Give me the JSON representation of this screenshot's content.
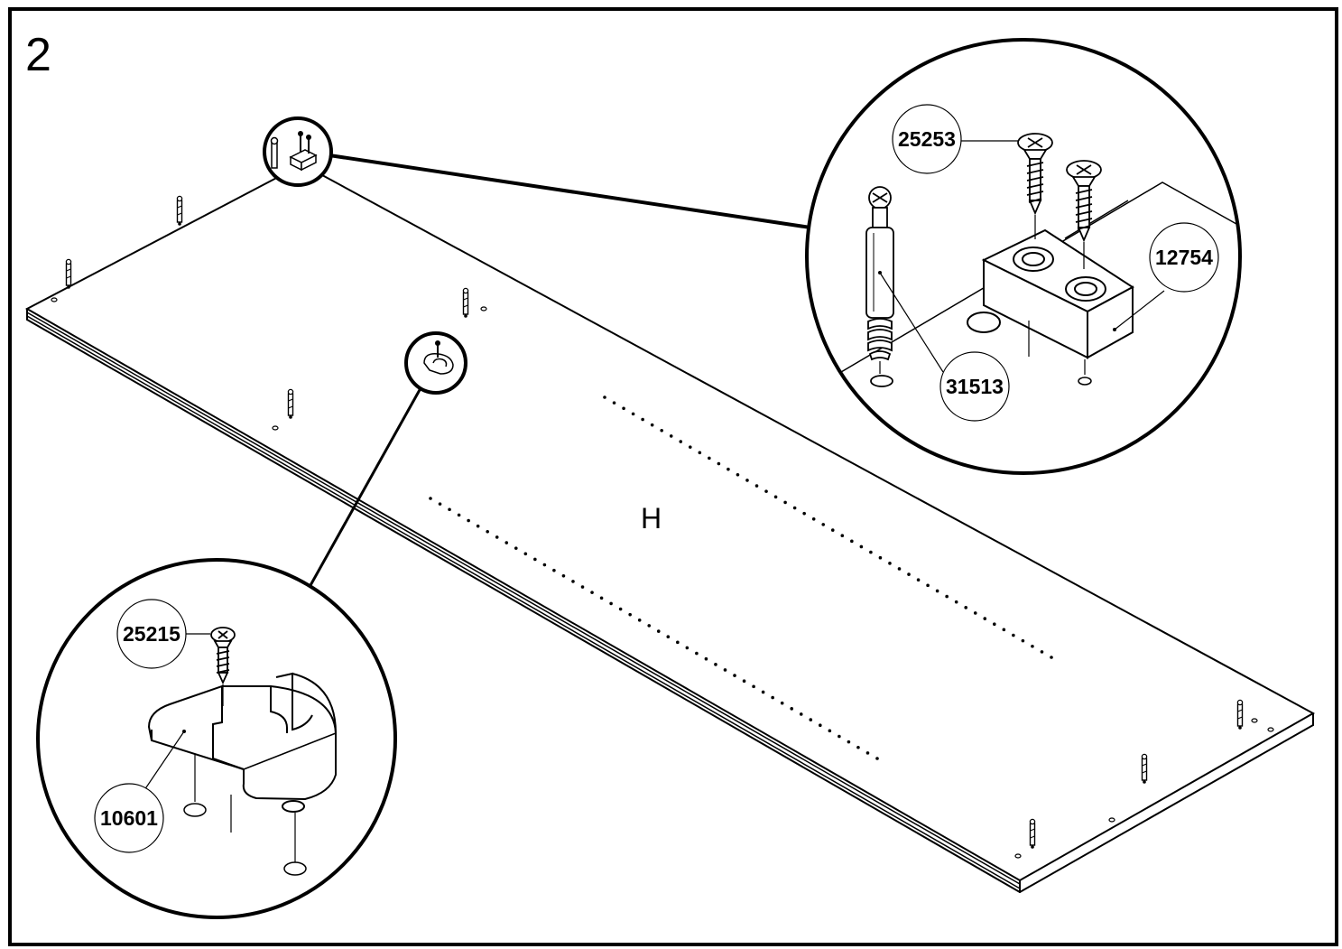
{
  "step_number": "2",
  "panel_label": "H",
  "parts": {
    "screw_top": "25253",
    "block": "12754",
    "cam_dowel": "31513",
    "screw_bottom": "25215",
    "holder": "10601"
  },
  "colors": {
    "line": "#000000",
    "background": "#ffffff"
  }
}
